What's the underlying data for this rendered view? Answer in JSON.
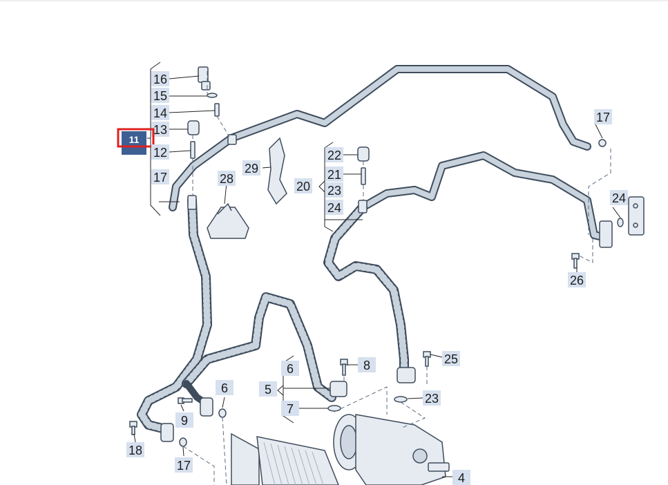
{
  "callouts": [
    {
      "id": "c16",
      "label": "16"
    },
    {
      "id": "c15",
      "label": "15"
    },
    {
      "id": "c14",
      "label": "14"
    },
    {
      "id": "c13",
      "label": "13"
    },
    {
      "id": "c11",
      "label": "11",
      "selected": true
    },
    {
      "id": "c12",
      "label": "12"
    },
    {
      "id": "c17a",
      "label": "17"
    },
    {
      "id": "c28",
      "label": "28"
    },
    {
      "id": "c29",
      "label": "29"
    },
    {
      "id": "c22",
      "label": "22"
    },
    {
      "id": "c21",
      "label": "21"
    },
    {
      "id": "c20",
      "label": "20"
    },
    {
      "id": "c23a",
      "label": "23"
    },
    {
      "id": "c24a",
      "label": "24"
    },
    {
      "id": "c17b",
      "label": "17"
    },
    {
      "id": "c24b",
      "label": "24"
    },
    {
      "id": "c26",
      "label": "26"
    },
    {
      "id": "c25",
      "label": "25"
    },
    {
      "id": "c23b",
      "label": "23"
    },
    {
      "id": "c8",
      "label": "8"
    },
    {
      "id": "c6a",
      "label": "6"
    },
    {
      "id": "c5",
      "label": "5"
    },
    {
      "id": "c7",
      "label": "7"
    },
    {
      "id": "c6b",
      "label": "6"
    },
    {
      "id": "c9",
      "label": "9"
    },
    {
      "id": "c18",
      "label": "18"
    },
    {
      "id": "c17c",
      "label": "17"
    },
    {
      "id": "c4",
      "label": "4"
    }
  ],
  "colors": {
    "callout_bg": "#d6e0ee",
    "callout_selected_bg": "#3d5f93",
    "highlight_border": "#e0201e",
    "hose_outline": "#3e4c5c",
    "hose_fill": "#c9d3de"
  }
}
